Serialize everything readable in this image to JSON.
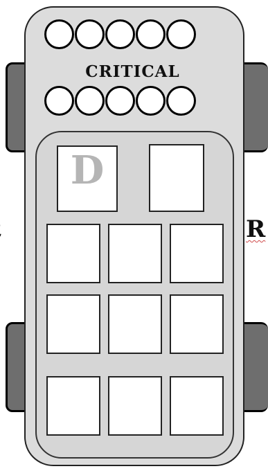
{
  "diagram": {
    "critical_label": "CRITICAL",
    "side_labels": {
      "left": "t",
      "right": "R"
    },
    "slot_marker": "D",
    "top_circle_count": 5,
    "bottom_circle_count": 5,
    "colors": {
      "body": "#dcdcdc",
      "inner": "#d6d6d6",
      "wheel": "#6e6e6e",
      "slot": "#ffffff",
      "marker": "#b5b5b5"
    }
  }
}
